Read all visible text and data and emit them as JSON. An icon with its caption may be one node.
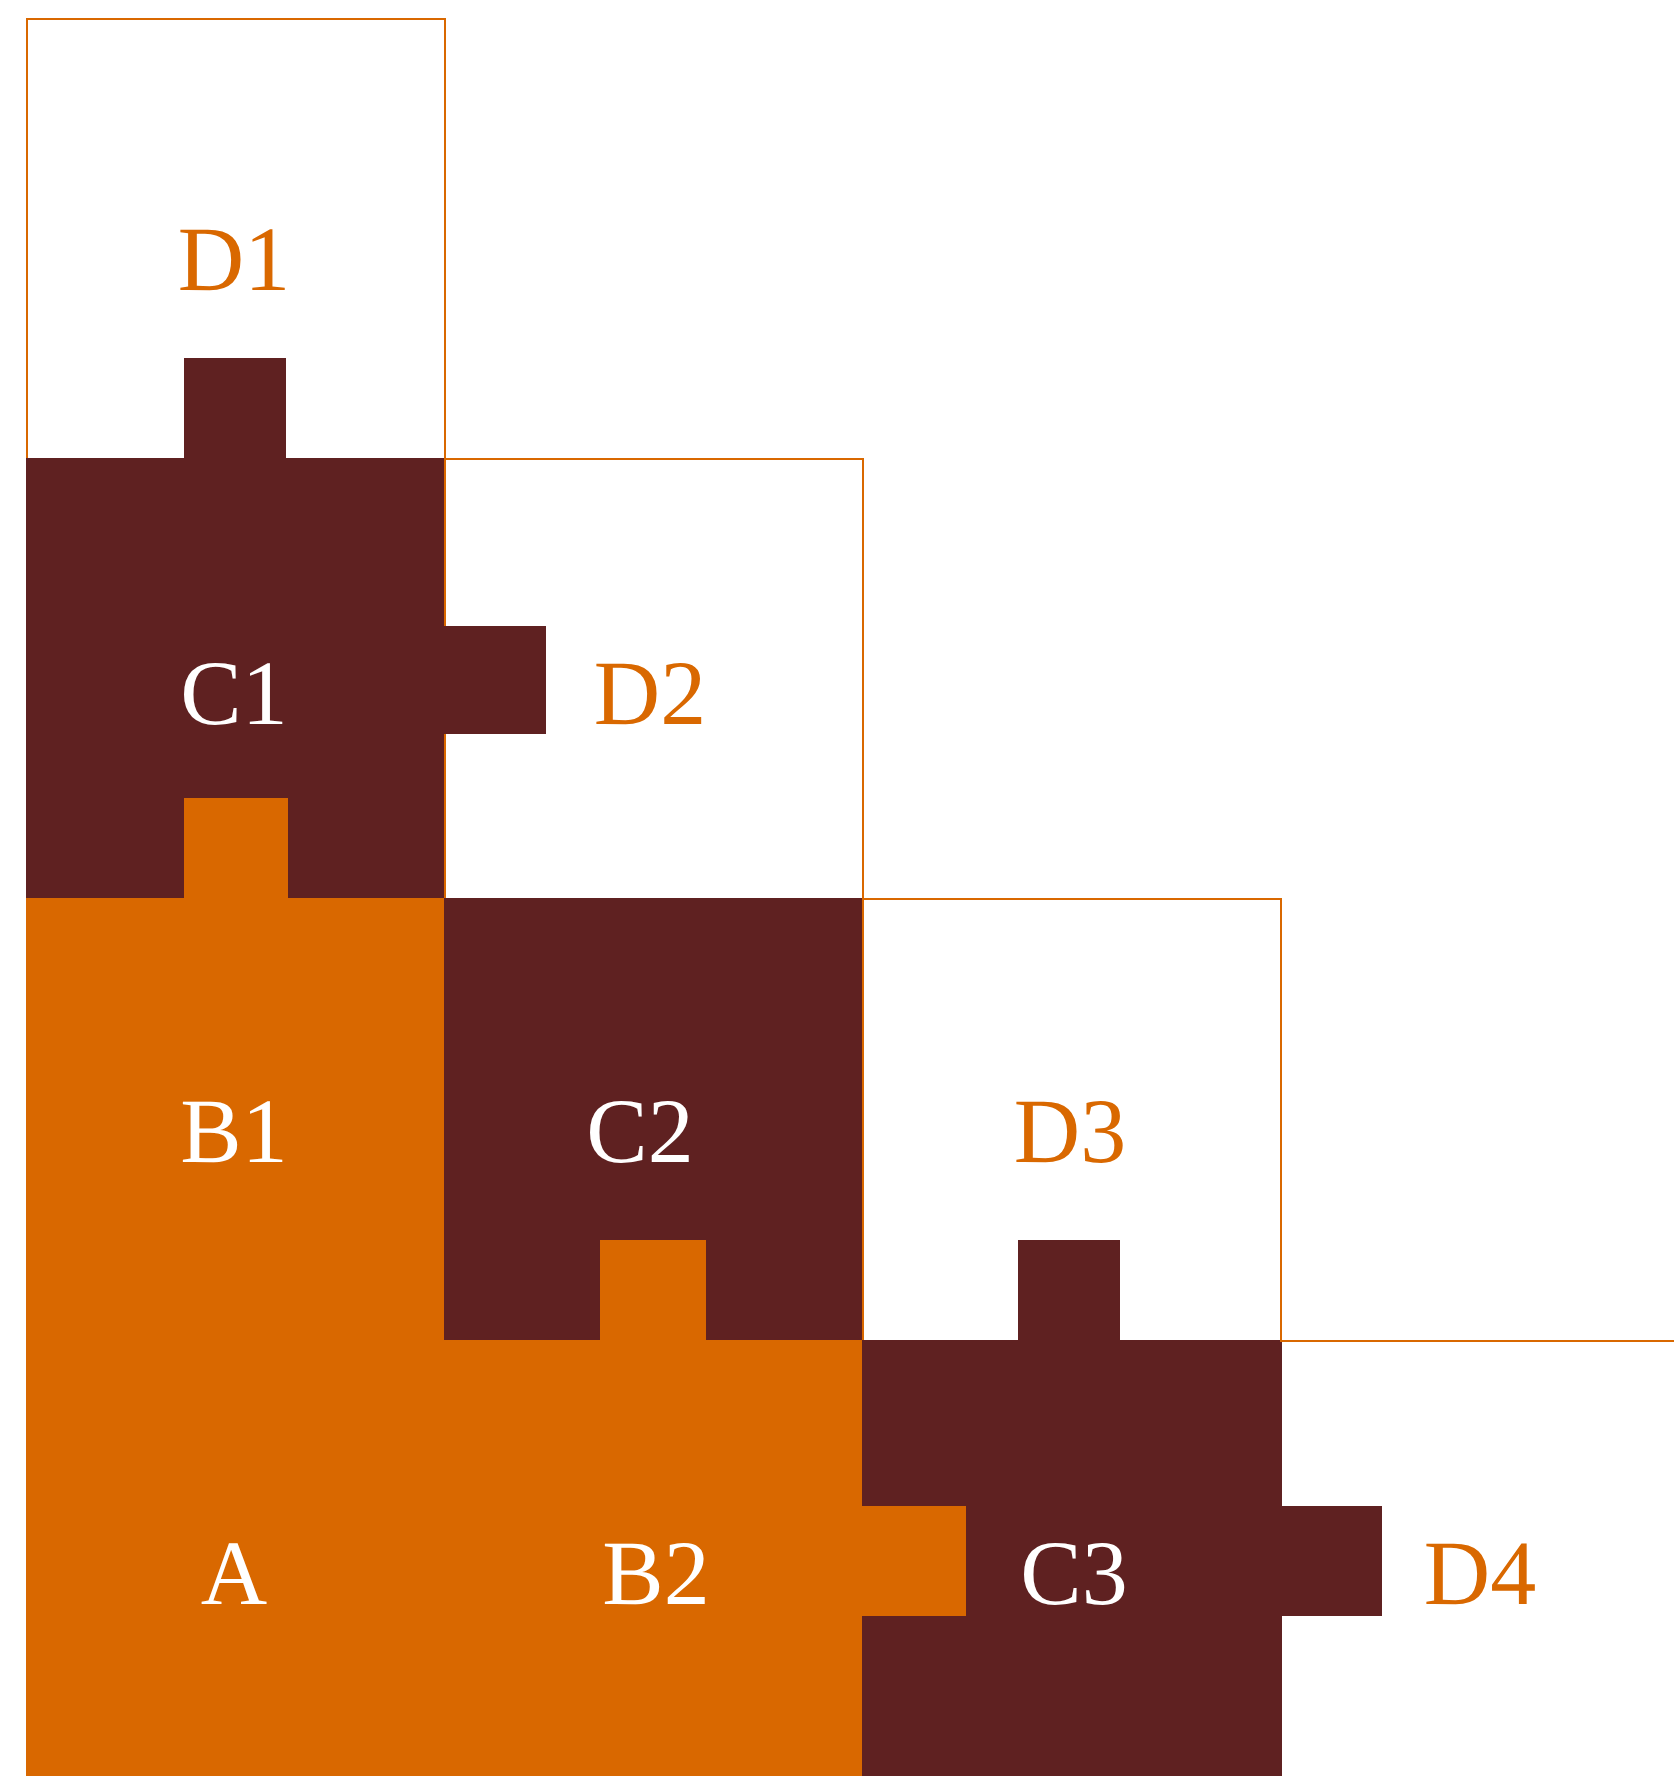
{
  "diagram": {
    "nodes": [
      {
        "text": [
          "D1"
        ]
      },
      {
        "text": [
          "C1"
        ]
      },
      {
        "text": [
          "D2"
        ]
      },
      {
        "text": [
          "B1"
        ]
      },
      {
        "text": [
          "C2"
        ]
      },
      {
        "text": [
          "D3"
        ]
      },
      {
        "text": [
          "A"
        ]
      },
      {
        "text": [
          "B2"
        ]
      },
      {
        "text": [
          "C3"
        ]
      },
      {
        "text": [
          "D4"
        ]
      }
    ]
  }
}
